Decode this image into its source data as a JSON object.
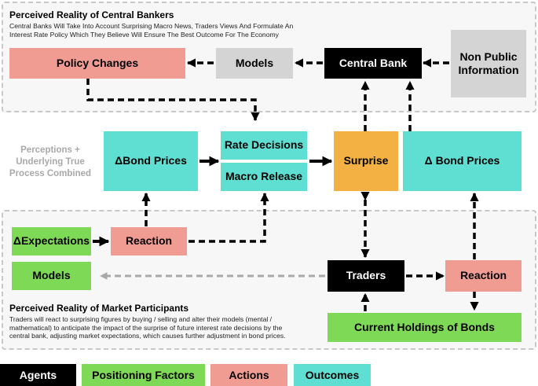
{
  "top_zone": {
    "title": "Perceived Reality of Central Bankers",
    "description": "Central Banks Will Take Into Account Surprising Macro News, Traders Views And Formulate  An Interest Rate Policy Which They Believe Will Ensure The Best Outcome For The Economy"
  },
  "bottom_zone": {
    "title": "Perceived Reality of Market Participants",
    "description": "Traders will react to surprising figures by buying / selling and alter their models (mental / mathematical) to anticipate the impact of the surprise of future interest rate decisions by the central bank, adjusting market expectations, which causes further adjustment in bond prices."
  },
  "middle_label": "Perceptions + Underlying True Process Combined",
  "nodes": {
    "policy_changes": "Policy Changes",
    "models_top": "Models",
    "central_bank": "Central Bank",
    "non_public_information": "Non Public Information",
    "bond_prices_left": "ΔBond Prices",
    "rate_decisions": "Rate Decisions",
    "macro_release": "Macro Release",
    "surprise": "Surprise",
    "bond_prices_right": "Δ Bond Prices",
    "expectations": "ΔExpectations",
    "reaction_left": "Reaction",
    "models_bottom": "Models",
    "traders": "Traders",
    "reaction_right": "Reaction",
    "current_holdings": "Current Holdings of Bonds"
  },
  "legend": {
    "agents": "Agents",
    "positioning_factors": "Positioning Factors",
    "actions": "Actions",
    "outcomes": "Outcomes"
  },
  "colors": {
    "agents": "#000000",
    "positioning_factors": "#7ed957",
    "actions": "#f19c93",
    "outcomes": "#5edfd1",
    "surprise": "#f2b142",
    "models": "#d4d4d4",
    "zone_background": "#f7f7f7",
    "faded_arrow": "#a9a9a9"
  }
}
